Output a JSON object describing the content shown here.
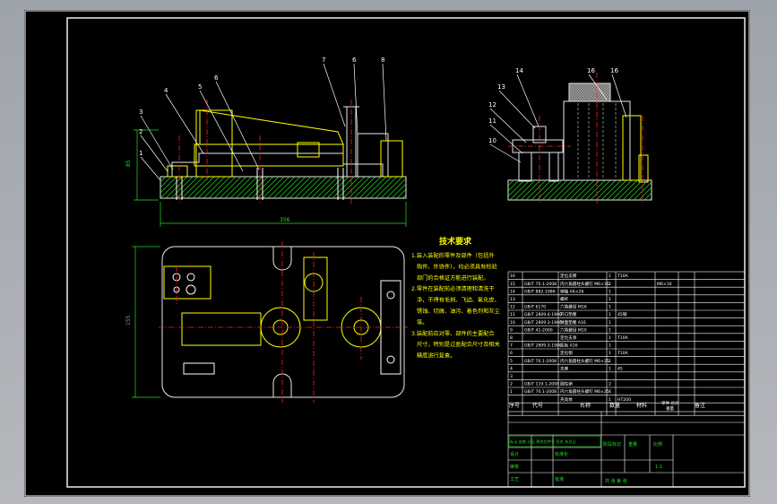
{
  "colors": {
    "background": "#000000",
    "frame": "#ffffff",
    "outline": "#e8e8e8",
    "centerline": "#ff2020",
    "dimension": "#22e022",
    "hatch": "#22e022",
    "fixture": "#ffff00",
    "hidden": "#d0d0d0",
    "note_text": "#ffff00",
    "title_text": "#ffffff"
  },
  "callouts": {
    "left_view": [
      "7",
      "6",
      "8",
      "4",
      "5",
      "6",
      "3",
      "2",
      "1"
    ],
    "right_view": [
      "14",
      "16",
      "16",
      "13",
      "12",
      "11",
      "10"
    ]
  },
  "dimensions": {
    "left_width": "356",
    "left_height": "85",
    "plan_height": "155"
  },
  "tech_notes": {
    "title": "技术要求",
    "lines": [
      "1.装入装配的零件及部件（包括外",
      "购件、外协件），均必须具有检验",
      "部门的合格证方能进行装配。",
      "2.零件在装配前必须清理和清洗干",
      "净，不得有毛刺、飞边、氧化皮、",
      "锈蚀、切屑、油污、着色剂和灰尘",
      "等。",
      "3.装配前应对零、部件的主要配合",
      "尺寸，特别是过盈配合尺寸及相关",
      "精度进行复查。"
    ]
  },
  "parts_list": {
    "rows": [
      {
        "no": "16",
        "code": "",
        "name": "定位支撑",
        "qty": "1",
        "mat": "T10A",
        "remark": ""
      },
      {
        "no": "15",
        "code": "GB/T 70.1-2008",
        "name": "内六角圆柱头螺钉 M6×16",
        "qty": "2",
        "mat": "",
        "remark": "M6×16"
      },
      {
        "no": "14",
        "code": "GB/T 882-1986",
        "name": "销轴 A6×26",
        "qty": "1",
        "mat": "",
        "remark": ""
      },
      {
        "no": "13",
        "code": "",
        "name": "螺杆",
        "qty": "1",
        "mat": "",
        "remark": ""
      },
      {
        "no": "12",
        "code": "GB/T 6170",
        "name": "六角螺母 M16",
        "qty": "1",
        "mat": "",
        "remark": ""
      },
      {
        "no": "11",
        "code": "GB/T 2809.4-1980",
        "name": "开口垫圈",
        "qty": "1",
        "mat": "45钢",
        "remark": ""
      },
      {
        "no": "10",
        "code": "GB/T 2809.3-1980",
        "name": "球面垫圈 A16",
        "qty": "1",
        "mat": "",
        "remark": ""
      },
      {
        "no": "9",
        "code": "GB/T 41-2000",
        "name": "六角螺母 M10",
        "qty": "1",
        "mat": "",
        "remark": ""
      },
      {
        "no": "8",
        "code": "",
        "name": "定位支承",
        "qty": "1",
        "mat": "T10A",
        "remark": ""
      },
      {
        "no": "7",
        "code": "GB/T 2809.3-1980",
        "name": "压板 A16",
        "qty": "1",
        "mat": "",
        "remark": ""
      },
      {
        "no": "6",
        "code": "",
        "name": "定位销",
        "qty": "1",
        "mat": "T10A",
        "remark": ""
      },
      {
        "no": "5",
        "code": "GB/T 70.1-2008",
        "name": "内六角圆柱头螺钉 M6×25",
        "qty": "2",
        "mat": "",
        "remark": ""
      },
      {
        "no": "4",
        "code": "",
        "name": "支座",
        "qty": "1",
        "mat": "45",
        "remark": ""
      },
      {
        "no": "3",
        "code": "",
        "name": "",
        "qty": "",
        "mat": "",
        "remark": ""
      },
      {
        "no": "2",
        "code": "GB/T 119.1-2000",
        "name": "圆柱销",
        "qty": "2",
        "mat": "",
        "remark": ""
      },
      {
        "no": "1",
        "code": "GB/T 70.1-2008",
        "name": "内六角圆柱头螺钉 M6×25",
        "qty": "4",
        "mat": "",
        "remark": ""
      },
      {
        "no": "",
        "code": "",
        "name": "夹具体",
        "qty": "1",
        "mat": "HT200",
        "remark": ""
      }
    ]
  },
  "parts_header": {
    "no": "序号",
    "code": "代号",
    "name": "名称",
    "qty": "数量",
    "mat": "材料",
    "weight": "单件 总计",
    "weight_sub": "重量",
    "remark": "备注"
  },
  "title_block": {
    "sign_row": "标记 处数 分区 更改文件号 签名 年月日",
    "design": "设计",
    "std": "标准化",
    "audit": "审核",
    "process": "工艺",
    "approve": "批准",
    "stage": "阶段标记",
    "weight": "重量",
    "scale": "比例",
    "scale_value": "1:1",
    "sheets": "共  张  第  张"
  }
}
